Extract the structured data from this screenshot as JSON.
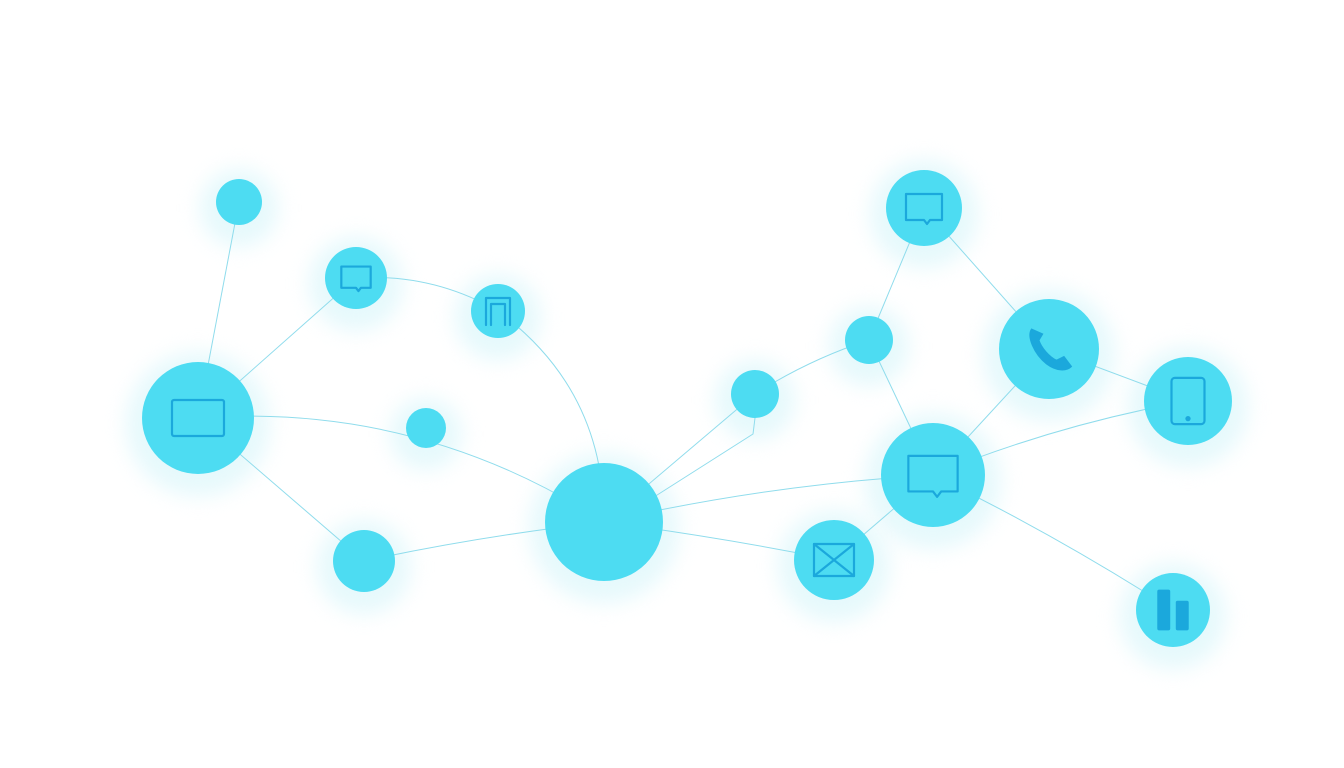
{
  "theme": {
    "background": "#ffffff",
    "node_color": "#4ddcf2",
    "halo_color": "#e6f9fc",
    "link_color": "#8fdcec",
    "icon_color": "#1ba8dc"
  },
  "nodes": [
    {
      "id": "n1",
      "icon": "none"
    },
    {
      "id": "n2",
      "icon": "chat-bubble-icon"
    },
    {
      "id": "n3",
      "icon": "frame-icon"
    },
    {
      "id": "n4",
      "icon": "monitor-icon"
    },
    {
      "id": "n5",
      "icon": "none"
    },
    {
      "id": "n6",
      "icon": "none"
    },
    {
      "id": "n7",
      "icon": "none"
    },
    {
      "id": "n8",
      "icon": "none"
    },
    {
      "id": "n9",
      "icon": "none"
    },
    {
      "id": "n10",
      "icon": "chat-bubble-icon"
    },
    {
      "id": "n11",
      "icon": "phone-icon"
    },
    {
      "id": "n12",
      "icon": "tablet-icon"
    },
    {
      "id": "n13",
      "icon": "chat-bubble-icon"
    },
    {
      "id": "n14",
      "icon": "envelope-icon"
    },
    {
      "id": "n15",
      "icon": "bar-chart-icon"
    }
  ],
  "edges": [
    [
      "n1",
      "n4"
    ],
    [
      "n2",
      "n4"
    ],
    [
      "n2",
      "n3"
    ],
    [
      "n3",
      "n7"
    ],
    [
      "n4",
      "n7"
    ],
    [
      "n4",
      "n6"
    ],
    [
      "n6",
      "n7"
    ],
    [
      "n7",
      "n8"
    ],
    [
      "n8",
      "n9"
    ],
    [
      "n9",
      "n13"
    ],
    [
      "n9",
      "n10"
    ],
    [
      "n10",
      "n11"
    ],
    [
      "n11",
      "n13"
    ],
    [
      "n11",
      "n12"
    ],
    [
      "n7",
      "n13"
    ],
    [
      "n13",
      "n12"
    ],
    [
      "n7",
      "n14"
    ],
    [
      "n14",
      "n13"
    ],
    [
      "n13",
      "n15"
    ]
  ]
}
